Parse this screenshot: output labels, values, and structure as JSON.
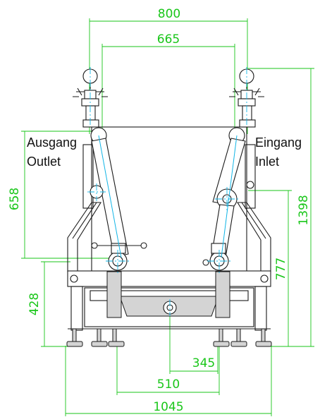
{
  "dimensions": {
    "width_total": "800",
    "width_body": "665",
    "height_total": "1398",
    "height_outlet": "658",
    "height_inlet": "777",
    "height_frame": "428",
    "width_feet_inner": "345",
    "width_feet_mid": "510",
    "width_feet_outer": "1045"
  },
  "labels": {
    "outlet_de": "Ausgang",
    "outlet_en": "Outlet",
    "inlet_de": "Eingang",
    "inlet_en": "Inlet"
  },
  "colors": {
    "dimension": "#19c619",
    "centerline": "#12b5e6",
    "outline": "#1a1a1a"
  }
}
